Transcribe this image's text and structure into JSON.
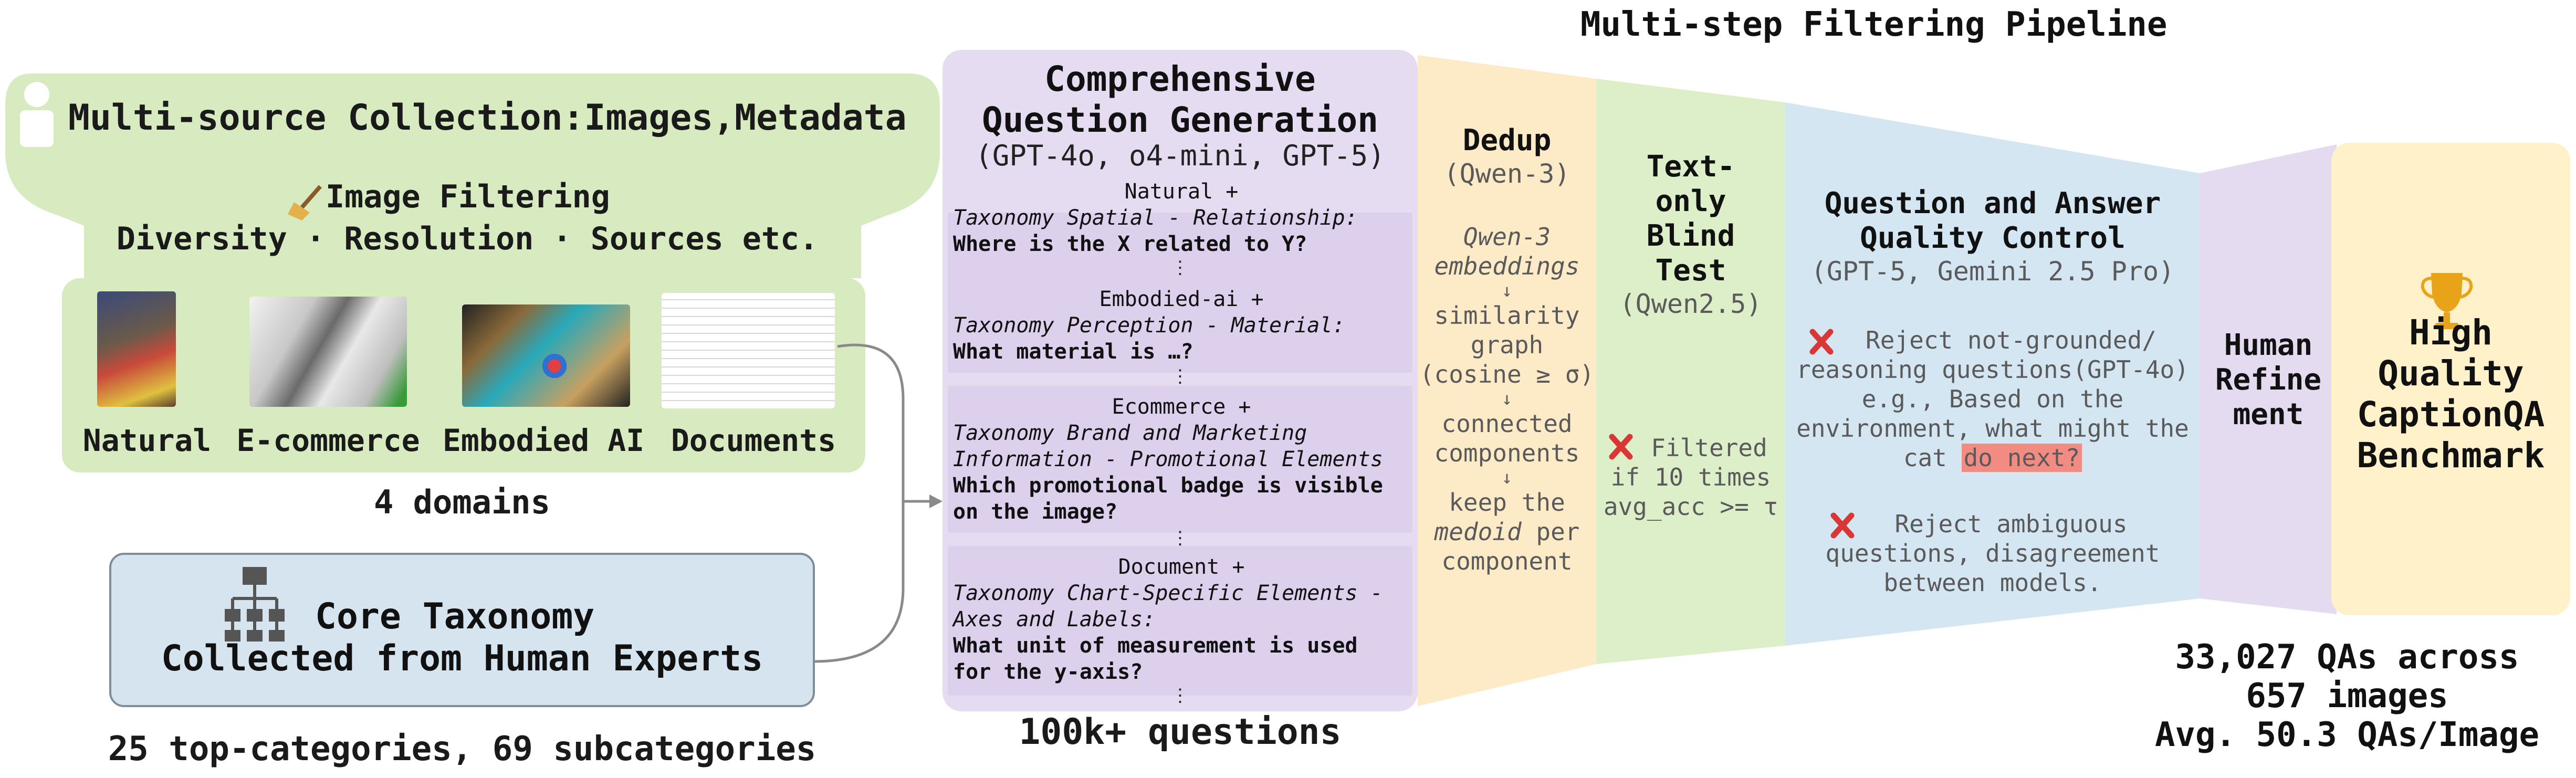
{
  "pipeline_title": "Multi-step Filtering Pipeline",
  "collection": {
    "title": "Multi-source Collection:Images,Metadata",
    "filter_title": "Image Filtering",
    "filter_criteria": "Diversity · Resolution · Sources etc.",
    "domains": [
      "Natural",
      "E-commerce",
      "Embodied AI",
      "Documents"
    ],
    "domains_caption": "4 domains"
  },
  "taxonomy": {
    "title": "Core Taxonomy",
    "subtitle": "Collected from Human Experts",
    "caption": "25 top-categories, 69 subcategories"
  },
  "question_generation": {
    "title_line1": "Comprehensive",
    "title_line2": "Question Generation",
    "models": "(GPT-4o, o4-mini, GPT-5)",
    "examples": [
      {
        "domain": "Natural +",
        "taxonomy": [
          "Taxonomy Spatial - Relationship:"
        ],
        "question": [
          "Where is the X related to Y?"
        ]
      },
      {
        "domain": "Embodied-ai +",
        "taxonomy": [
          "Taxonomy Perception - Material:"
        ],
        "question": [
          "What material is …?"
        ]
      },
      {
        "domain": "Ecommerce +",
        "taxonomy": [
          "Taxonomy Brand and Marketing",
          "Information - Promotional Elements"
        ],
        "question": [
          "Which promotional badge is visible",
          "on the image?"
        ]
      },
      {
        "domain": "Document +",
        "taxonomy": [
          "Taxonomy Chart-Specific Elements -",
          "Axes and Labels:"
        ],
        "question": [
          "What unit of measurement is used",
          "for the y-axis?"
        ]
      }
    ],
    "separator": "⋮",
    "caption": "100k+ questions"
  },
  "dedup": {
    "title": "Dedup",
    "model": "(Qwen-3)",
    "embeddings_line1": "Qwen-3",
    "embeddings_line2": "embeddings",
    "arrow": "↓",
    "step2": [
      "similarity",
      "graph",
      "(cosine ≥ σ)"
    ],
    "step3": [
      "connected",
      "components"
    ],
    "step4_a": "keep the",
    "step4_b": "medoid",
    "step4_c": "per",
    "step4_d": "component"
  },
  "blind_test": {
    "title": [
      "Text-",
      "only",
      "Blind",
      "Test"
    ],
    "model": "(Qwen2.5)",
    "rule": [
      "Filtered",
      "if 10 times",
      "avg_acc >= τ"
    ]
  },
  "qa_control": {
    "title": [
      "Question and Answer",
      "Quality Control"
    ],
    "models": "(GPT-5, Gemini 2.5 Pro)",
    "reject1": [
      "Reject not-grounded/",
      "reasoning questions(GPT-4o)",
      "e.g., Based on the",
      "environment, what might the",
      "cat "
    ],
    "reject1_highlight": "do next?",
    "reject2": [
      "Reject ambiguous",
      "questions, disagreement",
      "between models."
    ]
  },
  "human": {
    "title": [
      "Human",
      "Refine",
      "ment"
    ]
  },
  "final": {
    "title": [
      "High",
      "Quality",
      "CaptionQA",
      "Benchmark"
    ],
    "stats": [
      "33,027 QAs across",
      "657 images",
      "Avg. 50.3 QAs/Image"
    ]
  },
  "colors": {
    "green": "#d7eac0",
    "blue": "#d6e4f0",
    "purple": "#e6dcf2",
    "purple_block": "#ddd0ec",
    "orange": "#fdebc8",
    "pipeline_green": "#dcefc9",
    "pipeline_blue": "#d5e6f3",
    "human_purple": "#e4dbf1",
    "final_yellow": "#fff1c9",
    "reject_red": "#d93636",
    "highlight": "#f28b82"
  }
}
